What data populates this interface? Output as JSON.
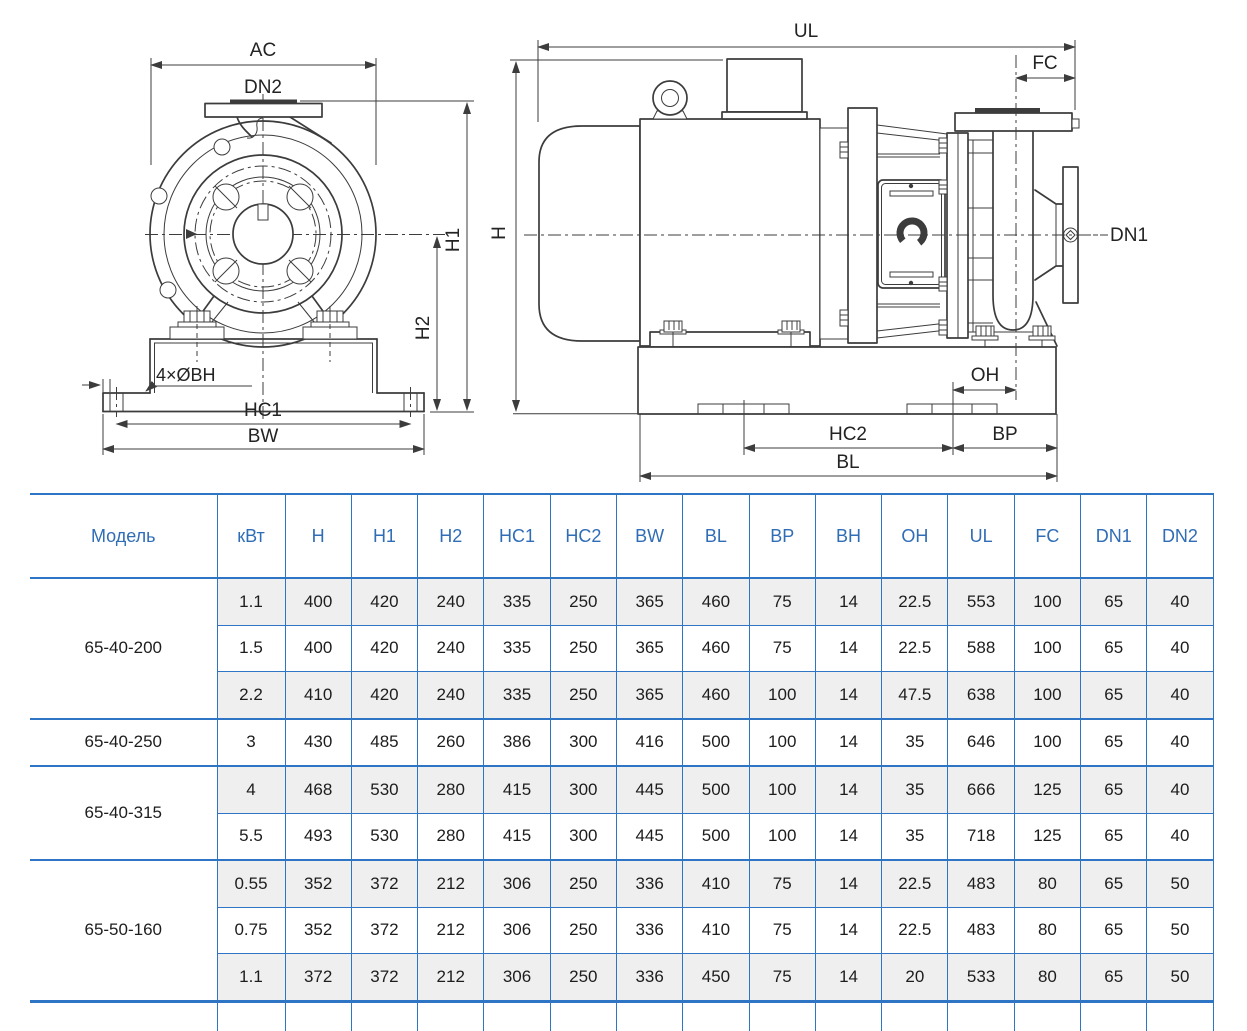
{
  "drawing": {
    "left_view_labels": {
      "ac": "AC",
      "dn2": "DN2",
      "h1": "H1",
      "h2": "H2",
      "bolt_holes": "4×ØBH",
      "hc1": "HC1",
      "bw": "BW"
    },
    "right_view_labels": {
      "ul": "UL",
      "fc": "FC",
      "h": "H",
      "dn1": "DN1",
      "oh": "OH",
      "hc2": "HC2",
      "bp": "BP",
      "bl": "BL"
    }
  },
  "table": {
    "headers": [
      "Модель",
      "кВт",
      "H",
      "H1",
      "H2",
      "HC1",
      "HC2",
      "BW",
      "BL",
      "BP",
      "BH",
      "OH",
      "UL",
      "FC",
      "DN1",
      "DN2"
    ],
    "groups": [
      {
        "model": "65-40-200",
        "rows": [
          [
            "1.1",
            "400",
            "420",
            "240",
            "335",
            "250",
            "365",
            "460",
            "75",
            "14",
            "22.5",
            "553",
            "100",
            "65",
            "40"
          ],
          [
            "1.5",
            "400",
            "420",
            "240",
            "335",
            "250",
            "365",
            "460",
            "75",
            "14",
            "22.5",
            "588",
            "100",
            "65",
            "40"
          ],
          [
            "2.2",
            "410",
            "420",
            "240",
            "335",
            "250",
            "365",
            "460",
            "100",
            "14",
            "47.5",
            "638",
            "100",
            "65",
            "40"
          ]
        ]
      },
      {
        "model": "65-40-250",
        "rows": [
          [
            "3",
            "430",
            "485",
            "260",
            "386",
            "300",
            "416",
            "500",
            "100",
            "14",
            "35",
            "646",
            "100",
            "65",
            "40"
          ]
        ]
      },
      {
        "model": "65-40-315",
        "rows": [
          [
            "4",
            "468",
            "530",
            "280",
            "415",
            "300",
            "445",
            "500",
            "100",
            "14",
            "35",
            "666",
            "125",
            "65",
            "40"
          ],
          [
            "5.5",
            "493",
            "530",
            "280",
            "415",
            "300",
            "445",
            "500",
            "100",
            "14",
            "35",
            "718",
            "125",
            "65",
            "40"
          ]
        ]
      },
      {
        "model": "65-50-160",
        "rows": [
          [
            "0.55",
            "352",
            "372",
            "212",
            "306",
            "250",
            "336",
            "410",
            "75",
            "14",
            "22.5",
            "483",
            "80",
            "65",
            "50"
          ],
          [
            "0.75",
            "352",
            "372",
            "212",
            "306",
            "250",
            "336",
            "410",
            "75",
            "14",
            "22.5",
            "483",
            "80",
            "65",
            "50"
          ],
          [
            "1.1",
            "372",
            "372",
            "212",
            "306",
            "250",
            "336",
            "450",
            "75",
            "14",
            "20",
            "533",
            "80",
            "65",
            "50"
          ]
        ]
      }
    ],
    "colors": {
      "border_blue": "#2e75c5",
      "header_text_blue": "#2f6db6",
      "row_shade_gray": "#efefef",
      "cell_text": "#1d1d1d",
      "drawing_line": "#3c3c3c"
    }
  }
}
